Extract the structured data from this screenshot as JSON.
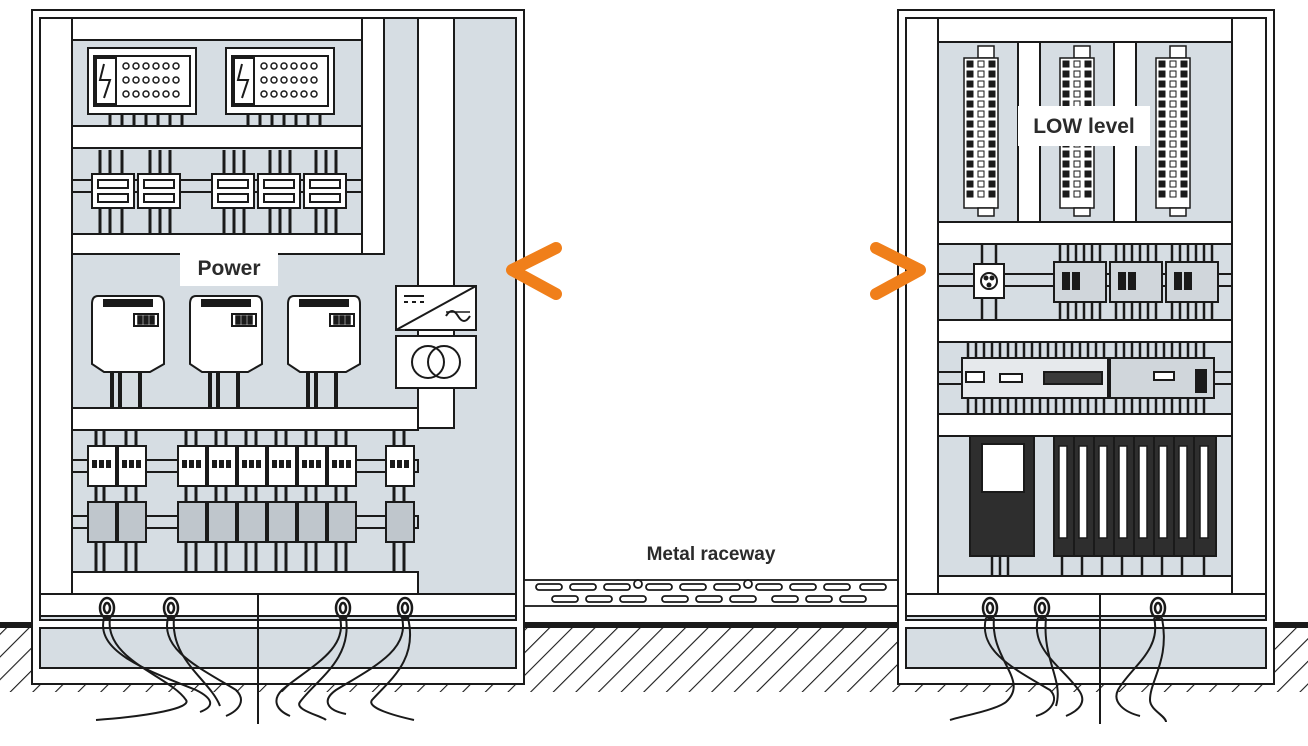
{
  "labels": {
    "power": "Power",
    "low_level": "LOW level",
    "raceway": "Metal raceway"
  },
  "colors": {
    "cabinet_fill": "#d6dde3",
    "line": "#1a1a1a",
    "accent_arrow": "#f07f1a",
    "background": "#ffffff"
  },
  "icons": [
    "dc-ac-converter-icon",
    "transformer-icon",
    "lightning-icon",
    "arrow-left-icon",
    "arrow-right-icon"
  ]
}
